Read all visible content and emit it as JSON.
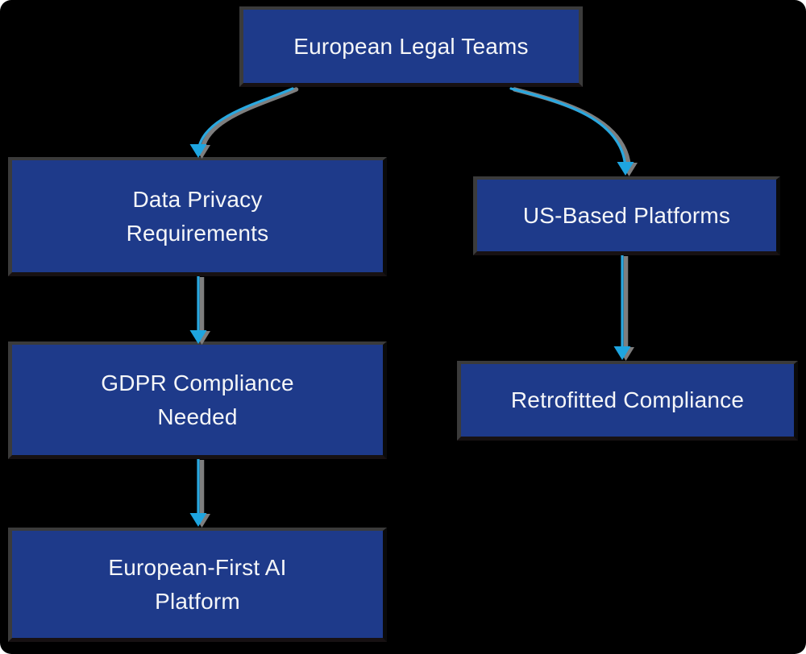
{
  "diagram": {
    "type": "flowchart",
    "direction": "top-down",
    "nodes": [
      {
        "id": "n1",
        "label": "European Legal Teams"
      },
      {
        "id": "n2",
        "label": "Data Privacy Requirements"
      },
      {
        "id": "n3",
        "label": "US-Based Platforms"
      },
      {
        "id": "n4",
        "label": "GDPR Compliance Needed"
      },
      {
        "id": "n5",
        "label": "Retrofitted Compliance"
      },
      {
        "id": "n6",
        "label": "European-First AI Platform"
      }
    ],
    "edges": [
      {
        "from": "European Legal Teams",
        "to": "Data Privacy Requirements"
      },
      {
        "from": "European Legal Teams",
        "to": "US-Based Platforms"
      },
      {
        "from": "Data Privacy Requirements",
        "to": "GDPR Compliance Needed"
      },
      {
        "from": "GDPR Compliance Needed",
        "to": "European-First AI Platform"
      },
      {
        "from": "US-Based Platforms",
        "to": "Retrofitted Compliance"
      }
    ],
    "colors": {
      "background": "#000000",
      "node_fill": "#1e3a8a",
      "node_border": "#3b3b3b",
      "node_text": "#f5f6f8",
      "edge_line": "#29a8e0",
      "edge_arrowhead": "#1ea5e0",
      "edge_shadow": "#7e7e7e"
    }
  }
}
